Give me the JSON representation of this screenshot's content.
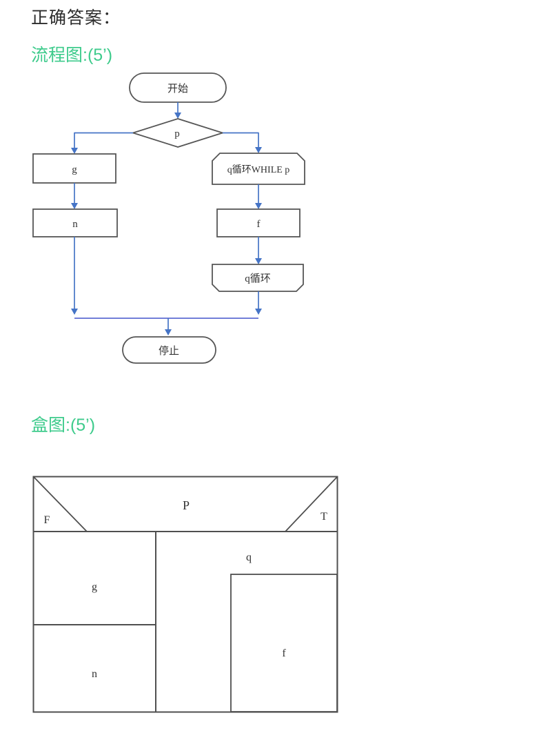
{
  "page": {
    "title": "正确答案："
  },
  "flowchart_section": {
    "heading": "流程图:(5’)",
    "nodes": {
      "start": "开始",
      "decision_p": "p",
      "box_g": "g",
      "box_n": "n",
      "loop_begin": "q循环WHILE p",
      "box_f": "f",
      "loop_end": "q循环",
      "stop": "停止"
    }
  },
  "ns_section": {
    "heading": "盒图:(5’)",
    "cells": {
      "condition": "P",
      "branch_false": "F",
      "branch_true": "T",
      "cell_g": "g",
      "cell_n": "n",
      "while_condition": "q",
      "while_body": "f"
    }
  },
  "colors": {
    "title_text": "#2d2d2d",
    "section_green": "#3ecb8c",
    "arrow_blue": "#4574c6",
    "connector_blue": "#5d6bd2",
    "shape_border": "#565656",
    "ns_border": "#4f4f4f",
    "diagram_text": "#333333"
  }
}
